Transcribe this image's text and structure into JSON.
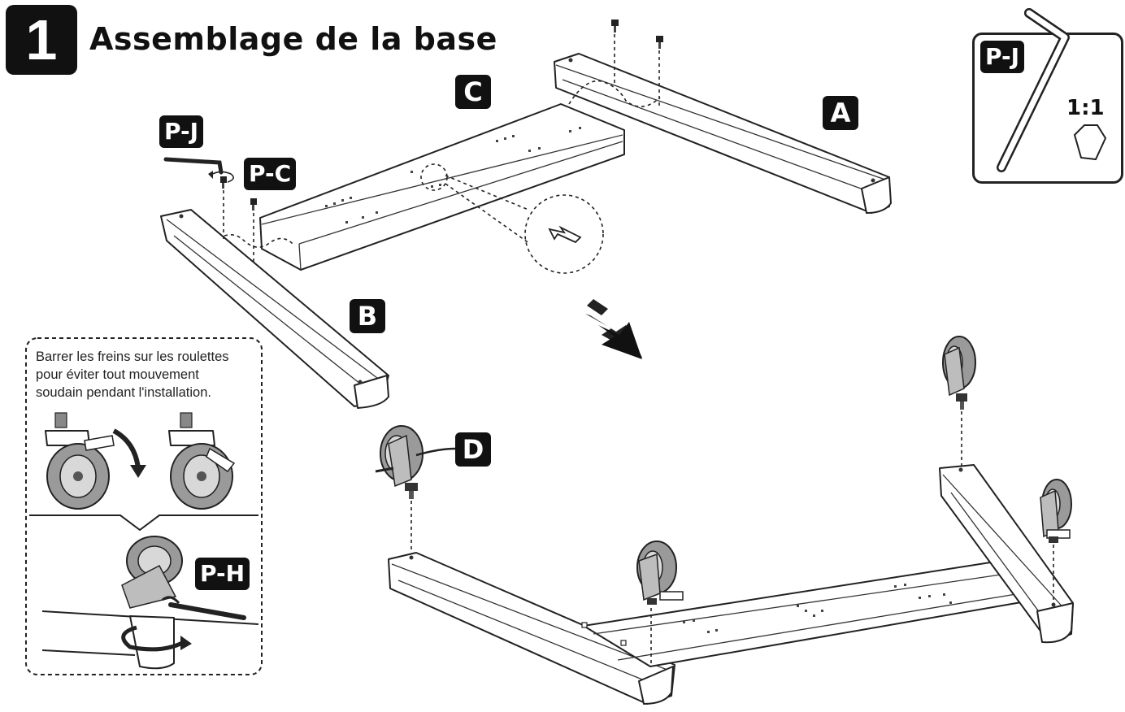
{
  "step": {
    "number": "1",
    "title": "Assemblage de la base"
  },
  "parts": {
    "a": "A",
    "b": "B",
    "c": "C",
    "d": "D"
  },
  "hardware": {
    "allen_key": "P-J",
    "screw": "P-C",
    "wrench": "P-H"
  },
  "tool_box": {
    "label": "P-J",
    "ratio": "1:1"
  },
  "note": {
    "line1": "Barrer les freins sur les roulettes",
    "line2": "pour éviter tout mouvement",
    "line3": "soudain pendant l'installation."
  }
}
